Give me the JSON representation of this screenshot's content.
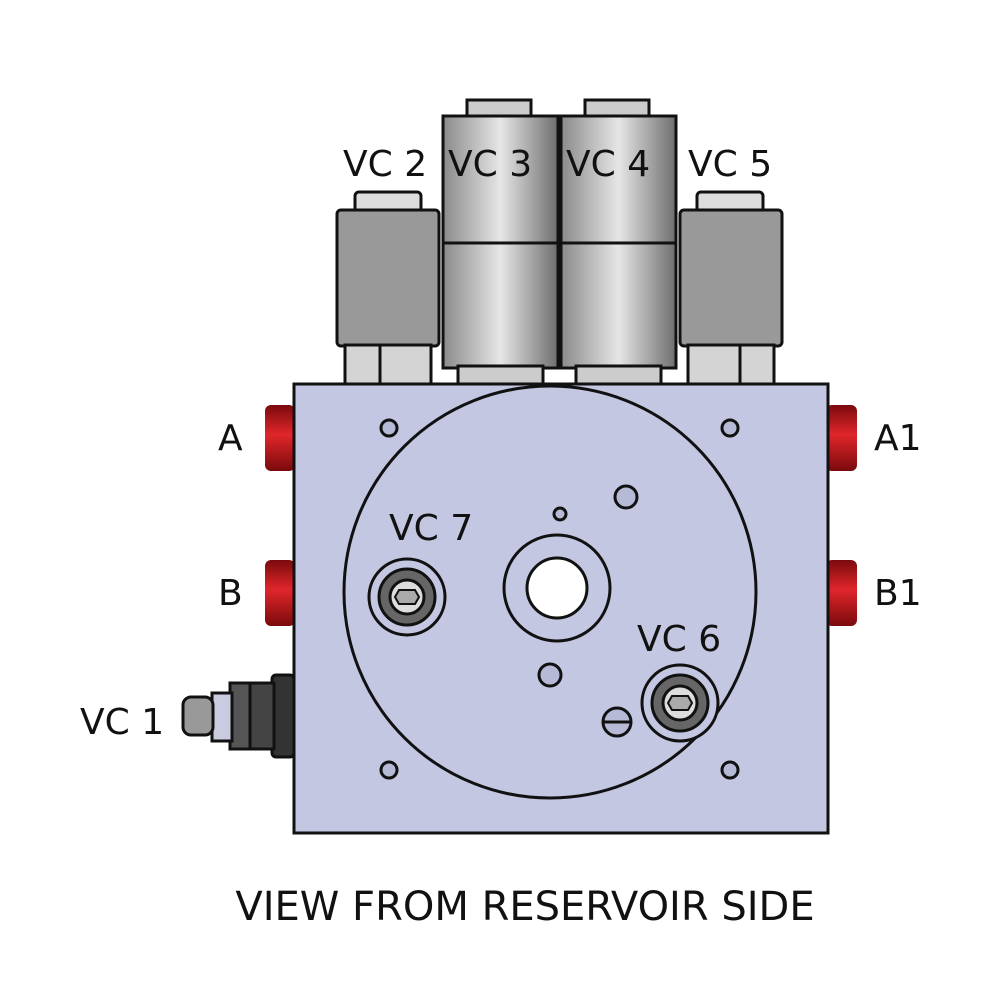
{
  "title": "VIEW FROM RESERVOIR SIDE",
  "labels": {
    "vc1": "VC 1",
    "vc2": "VC 2",
    "vc3": "VC 3",
    "vc4": "VC 4",
    "vc5": "VC 5",
    "vc6": "VC 6",
    "vc7": "VC 7",
    "port_a": "A",
    "port_b": "B",
    "port_a1": "A1",
    "port_b1": "B1"
  },
  "colors": {
    "block": "#c3c7e1",
    "port": "#c8161b",
    "valve": "#9a9a9a"
  }
}
